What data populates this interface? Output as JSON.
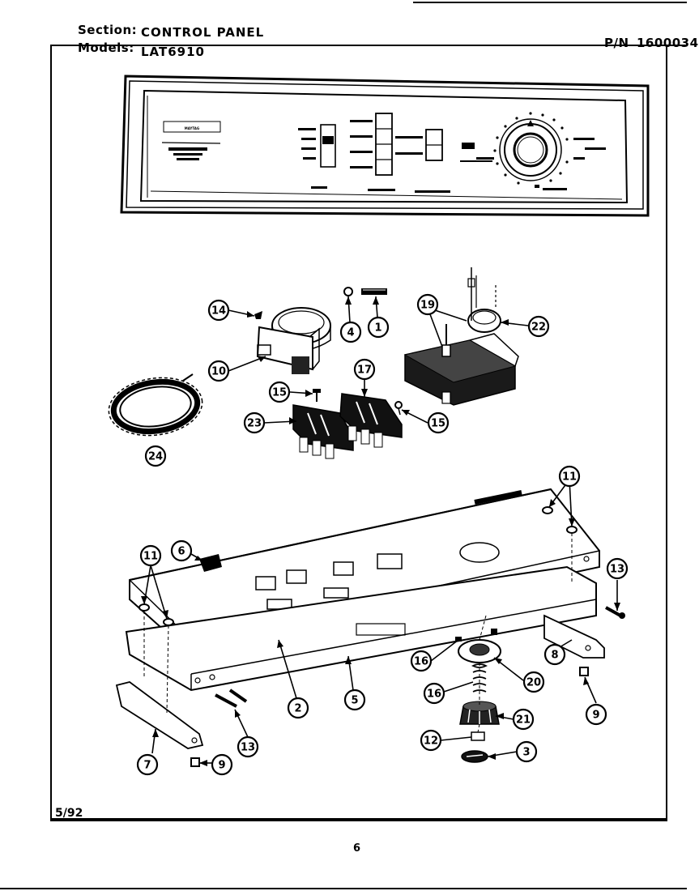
{
  "header": {
    "section_label": "Section:",
    "section_value": "CONTROL PANEL",
    "models_label": "Models:",
    "models_value": "LAT6910",
    "pn_label": "P/N",
    "pn_value": "1600034"
  },
  "footer": {
    "date": "5/92",
    "page": "6"
  },
  "callouts": {
    "c1": "1",
    "c2": "2",
    "c3": "3",
    "c4": "4",
    "c5": "5",
    "c6": "6",
    "c7": "7",
    "c8": "8",
    "c9a": "9",
    "c9b": "9",
    "c10": "10",
    "c11a": "11",
    "c11b": "11",
    "c12": "12",
    "c13a": "13",
    "c13b": "13",
    "c14": "14",
    "c15a": "15",
    "c15b": "15",
    "c16a": "16",
    "c16b": "16",
    "c17": "17",
    "c19": "19",
    "c20": "20",
    "c21": "21",
    "c22": "22",
    "c23": "23",
    "c24": "24"
  },
  "panel": {
    "brand": "MAYTAG"
  }
}
